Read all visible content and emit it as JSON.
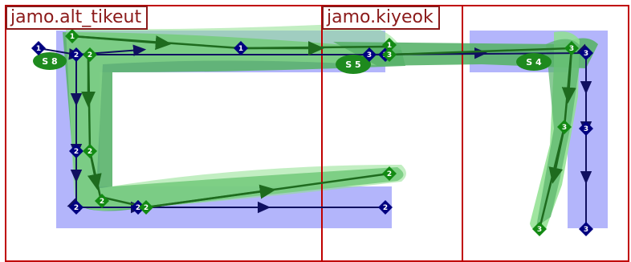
{
  "glyph_labels": [
    "jamo.alt_tikeut",
    "jamo.kiyeok"
  ],
  "colors": {
    "frame": "#c00000",
    "label_border": "#8b1a1a",
    "fill_blue": "#b3b5fb",
    "fill_green": "#59b36a",
    "fill_light_green": "#8fe08f",
    "navy": "#101060",
    "dark_green": "#1e6b1e",
    "node_blue": "#000080",
    "node_green": "#138a13"
  },
  "stroke_labels": [
    "S 8",
    "S 5",
    "S 4"
  ],
  "node_numbers": {
    "blue": [
      "1",
      "2",
      "2",
      "2",
      "2",
      "2",
      "1",
      "3",
      "2",
      "2",
      "3",
      "3",
      "3"
    ],
    "green": [
      "1",
      "2",
      "2",
      "2",
      "2",
      "1",
      "3",
      "2",
      "3",
      "3",
      "3"
    ]
  }
}
